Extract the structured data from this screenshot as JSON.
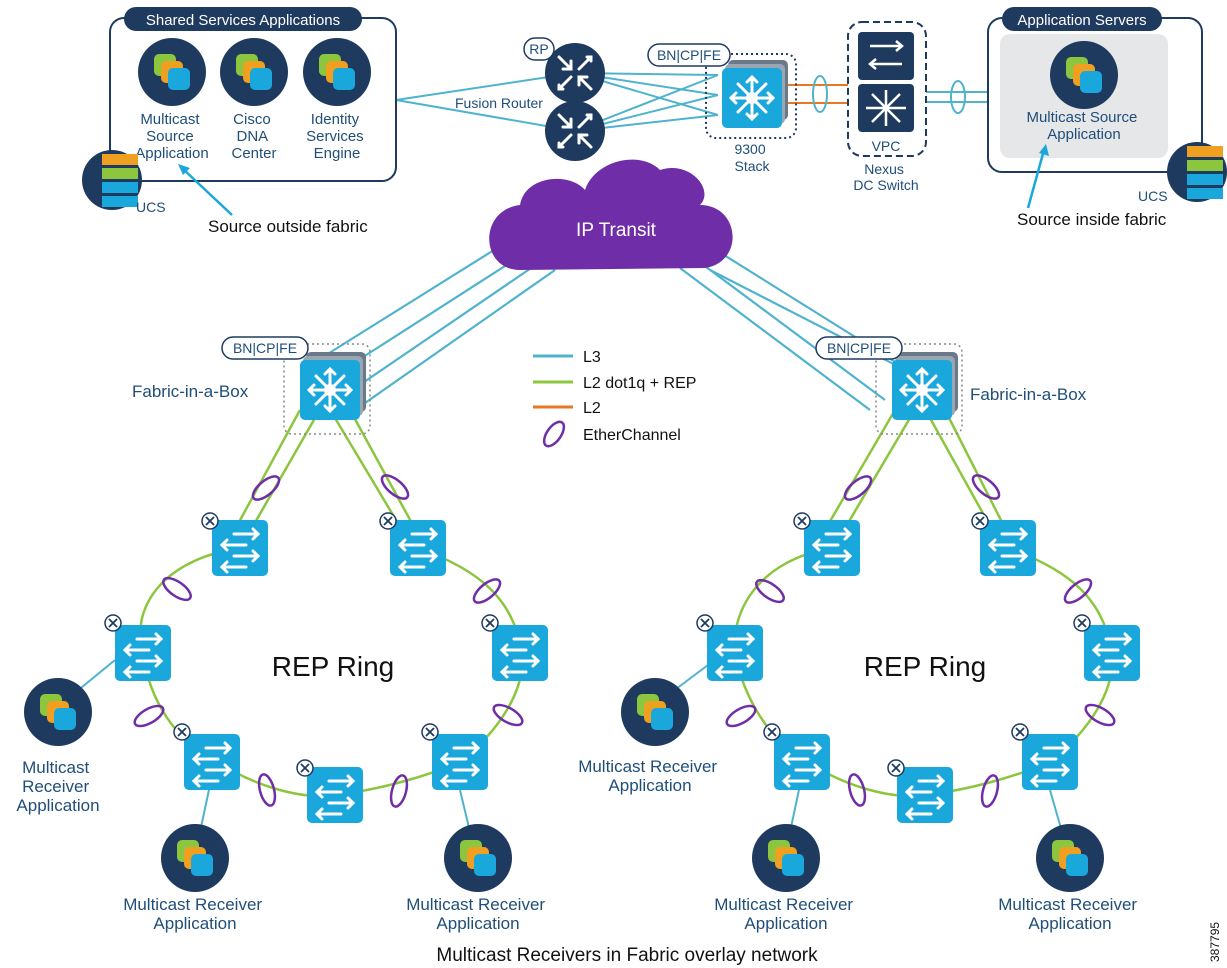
{
  "shared_services": {
    "title": "Shared Services Applications",
    "apps": [
      {
        "lines": [
          "Multicast",
          "Source",
          "Application"
        ]
      },
      {
        "lines": [
          "Cisco",
          "DNA",
          "Center"
        ]
      },
      {
        "lines": [
          "Identity",
          "Services",
          "Engine"
        ]
      }
    ],
    "ucs_label": "UCS",
    "callout": "Source outside fabric"
  },
  "core": {
    "rp_label": "RP",
    "fusion_router_label": "Fusion Router",
    "bn_label": "BN|CP|FE",
    "stack_label_1": "9300",
    "stack_label_2": "Stack",
    "vpc_label": "VPC",
    "nexus_label_1": "Nexus",
    "nexus_label_2": "DC Switch"
  },
  "app_servers": {
    "title": "Application Servers",
    "app_lines": [
      "Multicast Source",
      "Application"
    ],
    "ucs_label": "UCS",
    "callout": "Source inside fabric"
  },
  "transit": {
    "label": "IP Transit"
  },
  "legend": {
    "items": [
      {
        "label": "L3",
        "color": "#4fb3ce"
      },
      {
        "label": "L2 dot1q + REP",
        "color": "#8cc63f"
      },
      {
        "label": "L2",
        "color": "#e87722"
      },
      {
        "label": "EtherChannel",
        "color": "#6f2da8"
      }
    ]
  },
  "left_fabric": {
    "bn_label": "BN|CP|FE",
    "fab_label": "Fabric-in-a-Box",
    "ring_label": "REP Ring",
    "receivers": [
      {
        "lines": [
          "Multicast",
          "Receiver",
          "Application"
        ]
      },
      {
        "lines": [
          "Multicast Receiver",
          "Application"
        ]
      },
      {
        "lines": [
          "Multicast Receiver",
          "Application"
        ]
      }
    ]
  },
  "right_fabric": {
    "bn_label": "BN|CP|FE",
    "fab_label": "Fabric-in-a-Box",
    "ring_label": "REP Ring",
    "receivers": [
      {
        "lines": [
          "Multicast Receiver",
          "Application"
        ]
      },
      {
        "lines": [
          "Multicast Receiver",
          "Application"
        ]
      },
      {
        "lines": [
          "Multicast Receiver",
          "Application"
        ]
      }
    ]
  },
  "footer": {
    "caption": "Multicast Receivers in Fabric overlay network",
    "figure_id": "387795"
  },
  "colors": {
    "l3": "#4fb3ce",
    "l2rep": "#8cc63f",
    "l2": "#e87722",
    "etherchannel": "#6f2da8",
    "navy": "#1f3a5f",
    "switch": "#1aa7dc",
    "cloud": "#6f2da8"
  }
}
